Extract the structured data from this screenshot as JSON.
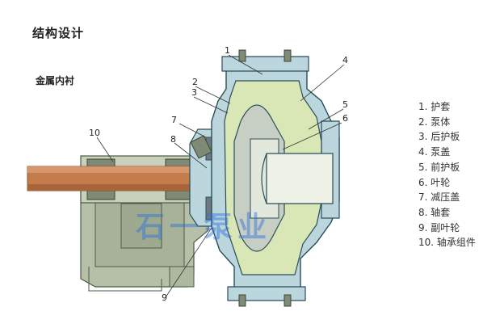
{
  "header": {
    "title": "结构设计",
    "subtitle": "金属内衬"
  },
  "legend": [
    "1. 护套",
    "2. 泵体",
    "3. 后护板",
    "4. 泵盖",
    "5. 前护板",
    "6. 叶轮",
    "7. 减压盖",
    "8. 轴套",
    "9. 副叶轮",
    "10. 轴承组件"
  ],
  "callouts": [
    "1",
    "2",
    "3",
    "4",
    "5",
    "6",
    "7",
    "8",
    "9",
    "10"
  ],
  "watermark": "石一泵业",
  "colors": {
    "casing": "#bcd6dd",
    "casing_stroke": "#2a4e58",
    "liner": "#d9e7b6",
    "frame": "#b6bfa7",
    "frame_dark": "#7e8a73",
    "shaft": "#c57c4c",
    "shaft_dark": "#8a4f2b",
    "bore": "#eef1e6"
  }
}
